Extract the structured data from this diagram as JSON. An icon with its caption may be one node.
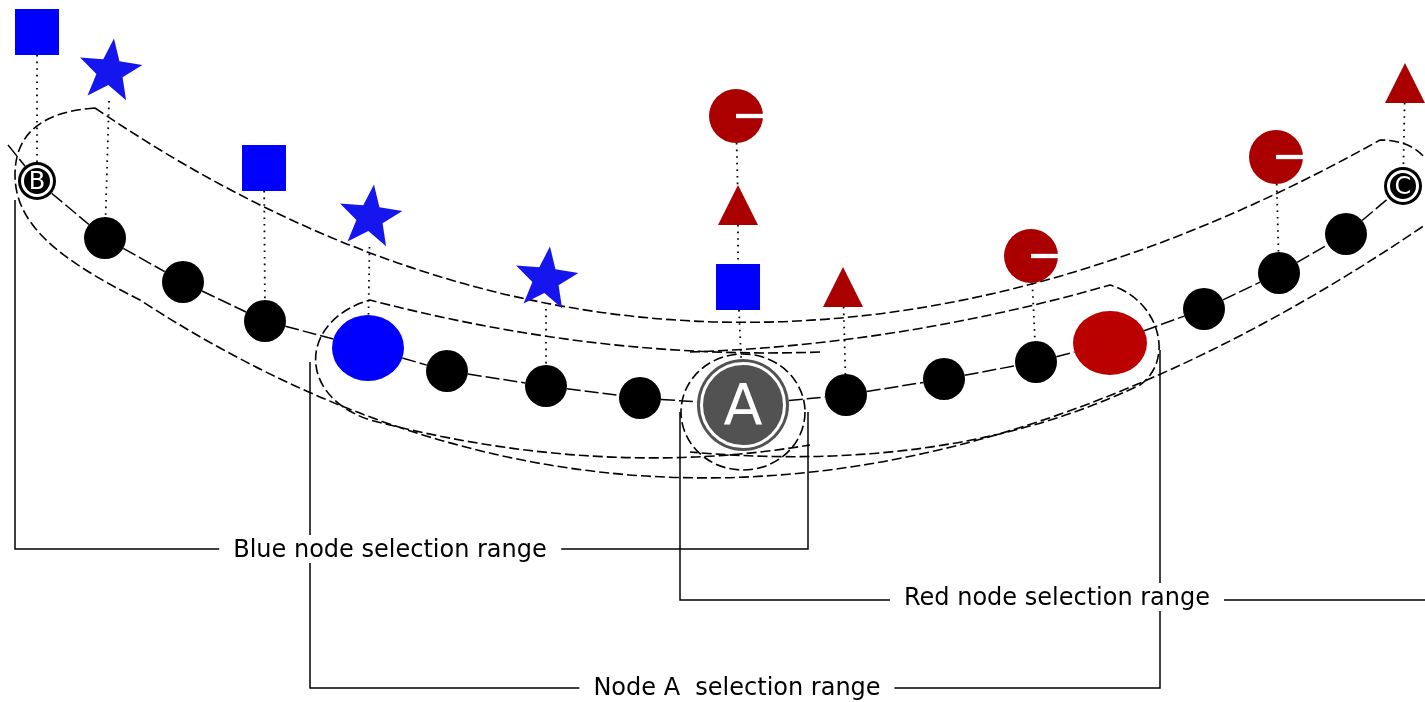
{
  "diagram": {
    "nodes": [
      {
        "text": [
          "B"
        ]
      },
      {
        "text": [],
        "shape": "circle"
      },
      {
        "text": [],
        "shape": "circle"
      },
      {
        "text": [],
        "shape": "circle"
      },
      {
        "text": [],
        "shape": "circle"
      },
      {
        "text": [],
        "shape": "circle"
      },
      {
        "text": [],
        "shape": "circle"
      },
      {
        "text": [],
        "shape": "circle"
      },
      {
        "text": [
          "A"
        ]
      },
      {
        "text": [],
        "shape": "circle"
      },
      {
        "text": [],
        "shape": "circle"
      },
      {
        "text": [],
        "shape": "circle"
      },
      {
        "text": [],
        "shape": "circle"
      },
      {
        "text": [],
        "shape": "circle"
      },
      {
        "text": [],
        "shape": "circle"
      },
      {
        "text": [],
        "shape": "circle"
      },
      {
        "text": [
          "C"
        ]
      },
      {
        "text": [],
        "shape": "box"
      },
      {
        "text": [],
        "shape": "star"
      },
      {
        "text": [],
        "shape": "box"
      },
      {
        "text": [],
        "shape": "star"
      },
      {
        "text": [],
        "shape": "star"
      },
      {
        "text": [],
        "shape": "circle"
      },
      {
        "text": [],
        "shape": "triangle"
      },
      {
        "text": [],
        "shape": "box"
      },
      {
        "text": [],
        "shape": "triangle"
      },
      {
        "text": [],
        "shape": "circle"
      },
      {
        "text": [],
        "shape": "circle"
      },
      {
        "text": [],
        "shape": "triangle"
      }
    ],
    "edges": [
      {
        "from": null,
        "to": 0,
        "arrow": "none"
      },
      {
        "from": 0,
        "to": 1,
        "arrow": "none"
      },
      {
        "from": 1,
        "to": 2,
        "arrow": "none"
      },
      {
        "from": 2,
        "to": 3,
        "arrow": "none"
      },
      {
        "from": 3,
        "to": 4,
        "arrow": "none"
      },
      {
        "from": 4,
        "to": 5,
        "arrow": "none"
      },
      {
        "from": 5,
        "to": 6,
        "arrow": "none"
      },
      {
        "from": 6,
        "to": 7,
        "arrow": "none"
      },
      {
        "from": 7,
        "to": 8,
        "arrow": "none"
      },
      {
        "from": 8,
        "to": 9,
        "arrow": "none"
      },
      {
        "from": 9,
        "to": 10,
        "arrow": "none"
      },
      {
        "from": 10,
        "to": 11,
        "arrow": "none"
      },
      {
        "from": 11,
        "to": 12,
        "arrow": "none"
      },
      {
        "from": 12,
        "to": 13,
        "arrow": "none"
      },
      {
        "from": 13,
        "to": 14,
        "arrow": "none"
      },
      {
        "from": 14,
        "to": 15,
        "arrow": "none"
      },
      {
        "from": 15,
        "to": 16,
        "arrow": "none"
      },
      {
        "from": 17,
        "to": 0,
        "arrow": "none",
        "style": "dashed"
      },
      {
        "from": 18,
        "to": 1,
        "arrow": "none",
        "style": "dashed"
      },
      {
        "from": 19,
        "to": 3,
        "arrow": "none",
        "style": "dashed"
      },
      {
        "from": 20,
        "to": 4,
        "arrow": "none",
        "style": "dashed"
      },
      {
        "from": 21,
        "to": 6,
        "arrow": "none",
        "style": "dashed"
      },
      {
        "from": 22,
        "to": 23,
        "arrow": "none",
        "style": "dashed"
      },
      {
        "from": 23,
        "to": 24,
        "arrow": "none",
        "style": "dashed"
      },
      {
        "from": 24,
        "to": 8,
        "arrow": "none",
        "style": "dashed"
      },
      {
        "from": 25,
        "to": 9,
        "arrow": "none",
        "style": "dashed"
      },
      {
        "from": 26,
        "to": 11,
        "arrow": "none",
        "style": "dashed"
      },
      {
        "from": 27,
        "to": 14,
        "arrow": "none",
        "style": "dashed"
      },
      {
        "from": 28,
        "to": 16,
        "arrow": "none",
        "style": "dashed"
      }
    ],
    "labels": [
      "Blue node selection range",
      "Red node selection range",
      "Node A  selection range"
    ]
  }
}
